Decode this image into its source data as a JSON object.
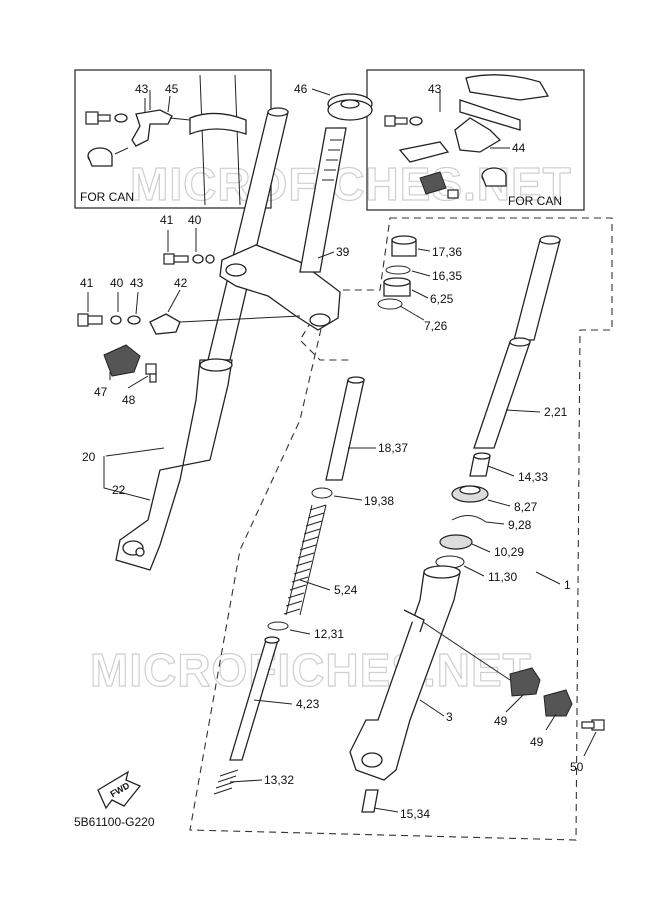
{
  "diagram": {
    "diagram_code": "5B61100-G220",
    "watermark_text": "MICROFICHES.NET",
    "fwd_arrow_label": "FWD",
    "inset_left_caption": "FOR CAN",
    "inset_right_caption": "FOR CAN",
    "callouts": {
      "c1": "1",
      "c2_21": "2,21",
      "c3": "3",
      "c4_23": "4,23",
      "c5_24": "5,24",
      "c6_25": "6,25",
      "c7_26": "7,26",
      "c8_27": "8,27",
      "c9_28": "9,28",
      "c10_29": "10,29",
      "c11_30": "11,30",
      "c12_31": "12,31",
      "c13_32": "13,32",
      "c14_33": "14,33",
      "c15_34": "15,34",
      "c16_35": "16,35",
      "c17_36": "17,36",
      "c18_37": "18,37",
      "c19_38": "19,38",
      "c20": "20",
      "c22": "22",
      "c39": "39",
      "c40": "40",
      "c41": "41",
      "c40b": "40",
      "c41b": "41",
      "c42": "42",
      "c43": "43",
      "c43_inset_left": "43",
      "c43_inset_right": "43",
      "c44": "44",
      "c45": "45",
      "c46": "46",
      "c47": "47",
      "c48": "48",
      "c49a": "49",
      "c49b": "49",
      "c50": "50"
    }
  }
}
